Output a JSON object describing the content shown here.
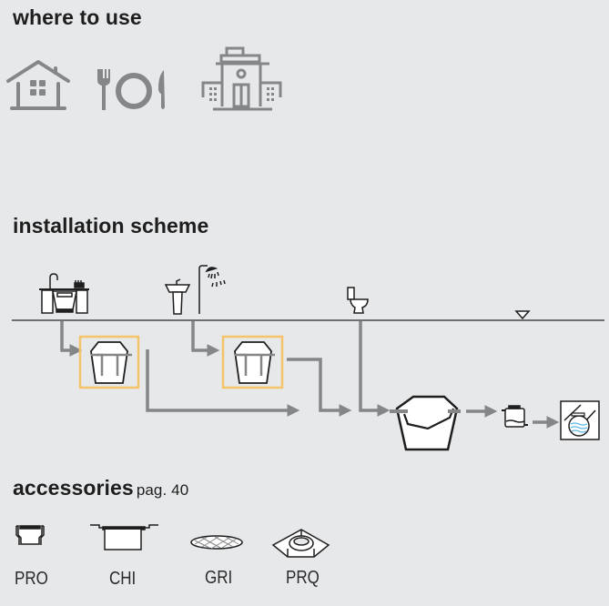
{
  "sections": {
    "where_to_use": {
      "title": "where to use",
      "icons": [
        {
          "name": "house-icon",
          "label": "residential"
        },
        {
          "name": "restaurant-icon",
          "label": "restaurant"
        },
        {
          "name": "public-building-icon",
          "label": "public building"
        }
      ]
    },
    "installation_scheme": {
      "title": "installation scheme",
      "sources": [
        "kitchen-sink-dishwasher-icon",
        "washbasin-icon",
        "shower-icon",
        "toilet-icon"
      ],
      "components": [
        "grease-separator-1",
        "grease-separator-2",
        "septic-tank",
        "pump-station",
        "sewer-outlet"
      ],
      "ground_level_marker": "ground-level-triangle",
      "colors": {
        "pipe": "#858688",
        "highlight": "#f5c46a",
        "outline": "#1e1e1e",
        "water": "#5fb7e5"
      }
    },
    "accessories": {
      "title": "accessories",
      "page_ref": "pag. 40",
      "items": [
        {
          "code": "PRO",
          "icon": "extension-icon"
        },
        {
          "code": "CHI",
          "icon": "cover-icon"
        },
        {
          "code": "GRI",
          "icon": "grid-icon"
        },
        {
          "code": "PRQ",
          "icon": "square-frame-icon"
        }
      ]
    }
  }
}
